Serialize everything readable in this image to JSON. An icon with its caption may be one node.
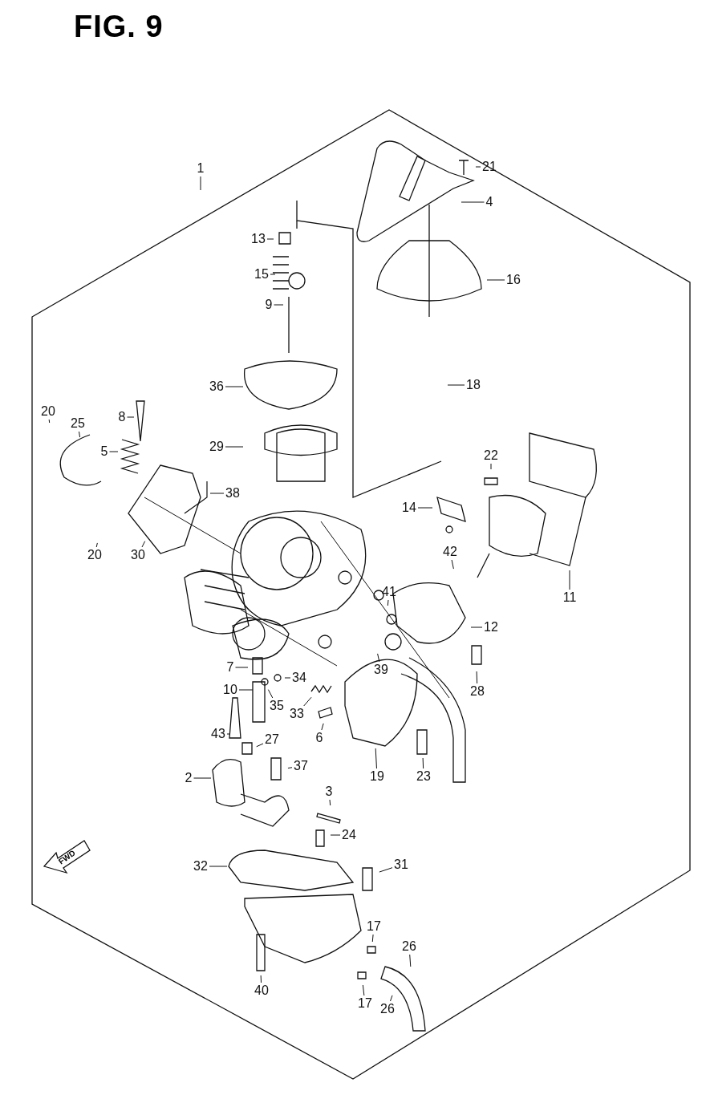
{
  "diagram": {
    "title": "FIG. 9",
    "nodes": [
      {
        "text": [
          "1"
        ]
      },
      {
        "text": [
          "21"
        ]
      },
      {
        "text": [
          "4"
        ]
      },
      {
        "text": [
          "13"
        ]
      },
      {
        "text": [
          "16"
        ]
      },
      {
        "text": [
          "15"
        ]
      },
      {
        "text": [
          "9"
        ]
      },
      {
        "text": [
          "36"
        ]
      },
      {
        "text": [
          "18"
        ]
      },
      {
        "text": [
          "20"
        ]
      },
      {
        "text": [
          "25"
        ]
      },
      {
        "text": [
          "8"
        ]
      },
      {
        "text": [
          "29"
        ]
      },
      {
        "text": [
          "5"
        ]
      },
      {
        "text": [
          "22"
        ]
      },
      {
        "text": [
          "38"
        ]
      },
      {
        "text": [
          "14"
        ]
      },
      {
        "text": [
          "20"
        ]
      },
      {
        "text": [
          "30"
        ]
      },
      {
        "text": [
          "42"
        ]
      },
      {
        "text": [
          "41"
        ]
      },
      {
        "text": [
          "11"
        ]
      },
      {
        "text": [
          "12"
        ]
      },
      {
        "text": [
          "7"
        ]
      },
      {
        "text": [
          "39"
        ]
      },
      {
        "text": [
          "34"
        ]
      },
      {
        "text": [
          "28"
        ]
      },
      {
        "text": [
          "10"
        ]
      },
      {
        "text": [
          "35"
        ]
      },
      {
        "text": [
          "33"
        ]
      },
      {
        "text": [
          "6"
        ]
      },
      {
        "text": [
          "43"
        ]
      },
      {
        "text": [
          "27"
        ]
      },
      {
        "text": [
          "19"
        ]
      },
      {
        "text": [
          "23"
        ]
      },
      {
        "text": [
          "2"
        ]
      },
      {
        "text": [
          "37"
        ]
      },
      {
        "text": [
          "3"
        ]
      },
      {
        "text": [
          "24"
        ]
      },
      {
        "text": [
          "32"
        ]
      },
      {
        "text": [
          "31"
        ]
      },
      {
        "text": [
          "17"
        ]
      },
      {
        "text": [
          "26"
        ]
      },
      {
        "text": [
          "40"
        ]
      },
      {
        "text": [
          "17"
        ]
      },
      {
        "text": [
          "26"
        ]
      }
    ],
    "edges": [
      {
        "from": 0,
        "to": null,
        "arrow": "none"
      },
      {
        "from": 1,
        "to": null,
        "arrow": "none"
      },
      {
        "from": 2,
        "to": null,
        "arrow": "none"
      },
      {
        "from": 3,
        "to": null,
        "arrow": "none"
      },
      {
        "from": 4,
        "to": null,
        "arrow": "none"
      },
      {
        "from": 5,
        "to": null,
        "arrow": "none"
      },
      {
        "from": 6,
        "to": null,
        "arrow": "none"
      },
      {
        "from": 7,
        "to": null,
        "arrow": "none"
      },
      {
        "from": 8,
        "to": null,
        "arrow": "none"
      },
      {
        "from": 9,
        "to": null,
        "arrow": "none"
      },
      {
        "from": 10,
        "to": null,
        "arrow": "none"
      },
      {
        "from": 11,
        "to": null,
        "arrow": "none"
      },
      {
        "from": 12,
        "to": null,
        "arrow": "none"
      },
      {
        "from": 13,
        "to": null,
        "arrow": "none"
      },
      {
        "from": 14,
        "to": null,
        "arrow": "none"
      },
      {
        "from": 15,
        "to": null,
        "arrow": "none"
      },
      {
        "from": 16,
        "to": null,
        "arrow": "none"
      },
      {
        "from": 17,
        "to": null,
        "arrow": "none"
      },
      {
        "from": 18,
        "to": null,
        "arrow": "none"
      },
      {
        "from": 19,
        "to": null,
        "arrow": "none"
      },
      {
        "from": 20,
        "to": null,
        "arrow": "none"
      },
      {
        "from": 21,
        "to": null,
        "arrow": "none"
      },
      {
        "from": 22,
        "to": null,
        "arrow": "none"
      },
      {
        "from": 23,
        "to": null,
        "arrow": "none"
      },
      {
        "from": 24,
        "to": null,
        "arrow": "none"
      },
      {
        "from": 25,
        "to": null,
        "arrow": "none"
      },
      {
        "from": 26,
        "to": null,
        "arrow": "none"
      },
      {
        "from": 27,
        "to": null,
        "arrow": "none"
      },
      {
        "from": 28,
        "to": null,
        "arrow": "none"
      },
      {
        "from": 29,
        "to": null,
        "arrow": "none"
      },
      {
        "from": 30,
        "to": null,
        "arrow": "none"
      },
      {
        "from": 31,
        "to": null,
        "arrow": "none"
      },
      {
        "from": 32,
        "to": null,
        "arrow": "none"
      },
      {
        "from": 33,
        "to": null,
        "arrow": "none"
      },
      {
        "from": 34,
        "to": null,
        "arrow": "none"
      },
      {
        "from": 35,
        "to": null,
        "arrow": "none"
      },
      {
        "from": 36,
        "to": null,
        "arrow": "none"
      },
      {
        "from": 37,
        "to": null,
        "arrow": "none"
      },
      {
        "from": 38,
        "to": null,
        "arrow": "none"
      },
      {
        "from": 39,
        "to": null,
        "arrow": "none"
      },
      {
        "from": 40,
        "to": null,
        "arrow": "none"
      },
      {
        "from": 41,
        "to": null,
        "arrow": "none"
      },
      {
        "from": 42,
        "to": null,
        "arrow": "none"
      },
      {
        "from": 43,
        "to": null,
        "arrow": "none"
      },
      {
        "from": 44,
        "to": null,
        "arrow": "none"
      },
      {
        "from": 45,
        "to": null,
        "arrow": "none"
      }
    ],
    "labels": [
      "FWD"
    ]
  }
}
